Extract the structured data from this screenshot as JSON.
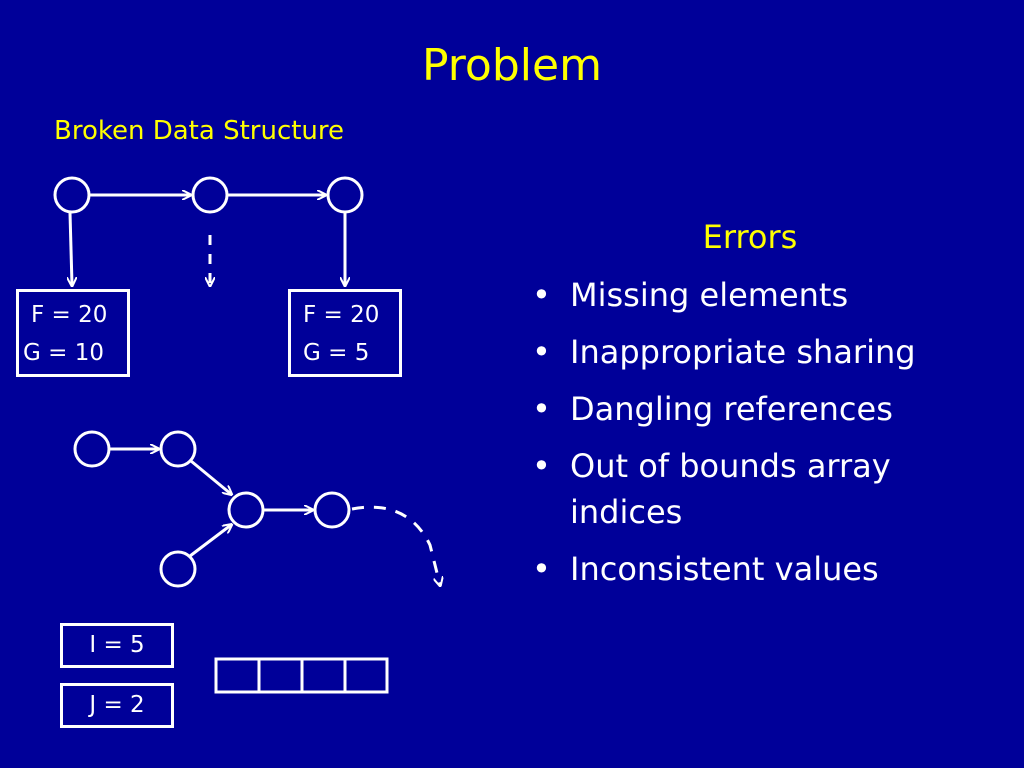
{
  "title": "Problem",
  "subtitle": "Broken Data Structure",
  "boxes": {
    "left": {
      "f": "F = 20",
      "g": "G = 10"
    },
    "right": {
      "f": "F = 20",
      "g": "G = 5"
    },
    "i_var": "I = 5",
    "j_var": "J = 2"
  },
  "array_cells": 4,
  "errors": {
    "heading": "Errors",
    "bullet": "•",
    "items": [
      "Missing elements",
      "Inappropriate sharing",
      "Dangling references",
      "Out of bounds array indices",
      "Inconsistent values"
    ]
  },
  "colors": {
    "background": "#000099",
    "title": "#FFFF00",
    "text": "#FFFFFF",
    "lines": "#FFFFFF"
  }
}
